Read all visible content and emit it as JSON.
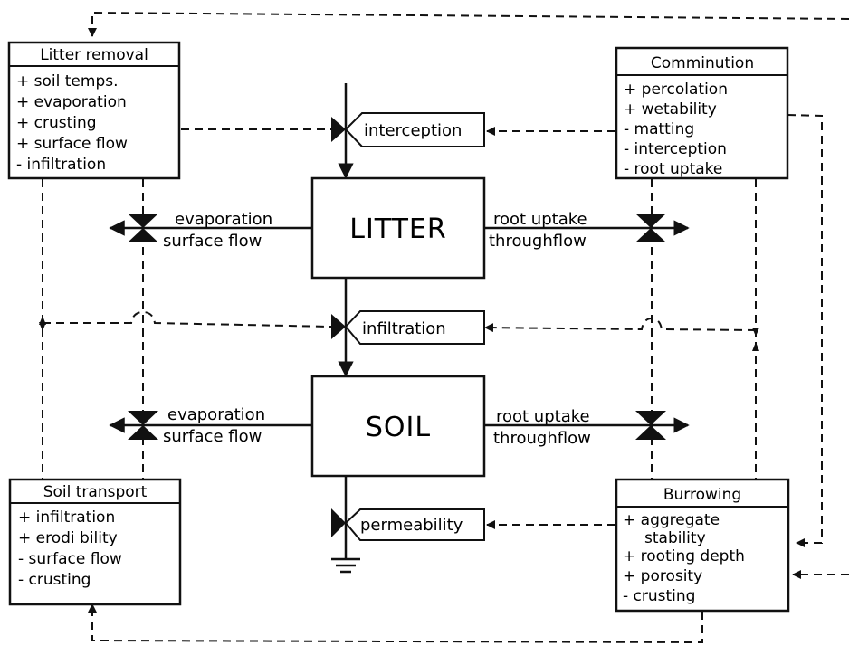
{
  "litter_removal": {
    "title": "Litter removal",
    "items": [
      "+ soil temps.",
      "+ evaporation",
      "+ crusting",
      "+ surface flow",
      "- infiltration"
    ]
  },
  "comminution": {
    "title": "Comminution",
    "items": [
      "+ percolation",
      "+ wetability",
      "- matting",
      "- interception",
      "- root uptake"
    ]
  },
  "soil_transport": {
    "title": "Soil transport",
    "items": [
      "+ infiltration",
      "+ erodi bility",
      "- surface flow",
      "- crusting"
    ]
  },
  "burrowing": {
    "title": "Burrowing",
    "items": [
      "+ aggregate",
      "stability",
      "+ rooting depth",
      "+ porosity",
      "- crusting"
    ]
  },
  "stores": {
    "litter": "LITTER",
    "soil": "SOIL"
  },
  "controls": {
    "interception": "interception",
    "infiltration": "infiltration",
    "permeability": "permeability"
  },
  "flows": {
    "litter_left": [
      "evaporation",
      "surface flow"
    ],
    "litter_right": [
      "root uptake",
      "throughflow"
    ],
    "soil_left": [
      "evaporation",
      "surface flow"
    ],
    "soil_right": [
      "root uptake",
      "throughflow"
    ]
  }
}
